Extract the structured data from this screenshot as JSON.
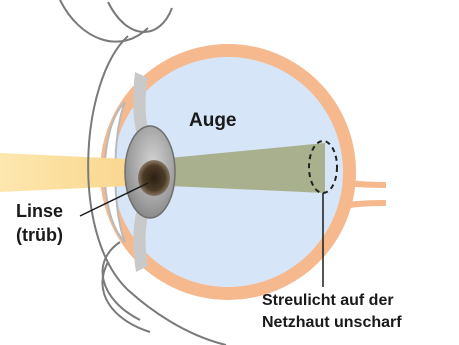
{
  "labels": {
    "eye": "Auge",
    "lens_line1": "Linse",
    "lens_line2": "(trüb)",
    "scatter_line1": "Streulicht auf der",
    "scatter_line2": "Netzhaut unscharf"
  },
  "colors": {
    "sclera": "#f6b98e",
    "vitreous": "#d6e6f8",
    "light_beam": "#fde3a3",
    "beam_inside_eye": "#a4ab83",
    "lens": "#9a9a9a",
    "clouding": "#4a3a25",
    "outline": "#6f6f6f"
  },
  "icons": [
    "eye-cross-section-illustration"
  ]
}
